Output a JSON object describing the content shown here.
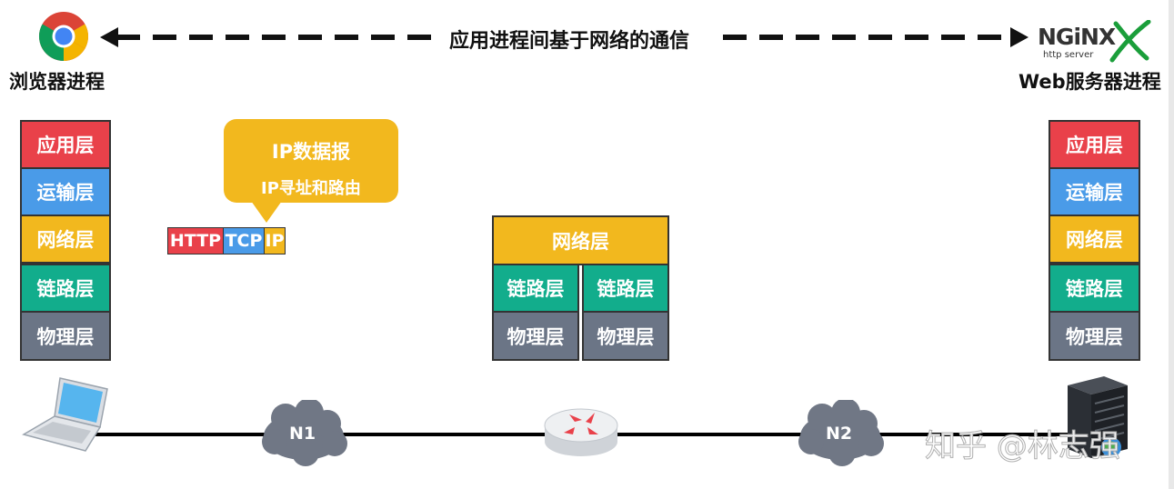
{
  "top_arrow_label": "应用进程间基于网络的通信",
  "browser_label": "浏览器进程",
  "server_label": "Web服务器进程",
  "nginx_logo": {
    "name": "NGiNX",
    "sub": "http server"
  },
  "left_stack": [
    "应用层",
    "运输层",
    "网络层",
    "链路层",
    "物理层"
  ],
  "right_stack": [
    "应用层",
    "运输层",
    "网络层",
    "链路层",
    "物理层"
  ],
  "router_stack": {
    "network": "网络层",
    "link_left": "链路层",
    "link_right": "链路层",
    "phys_left": "物理层",
    "phys_right": "物理层"
  },
  "callout": {
    "line1": "IP数据报",
    "line2": "IP寻址和路由"
  },
  "packet": [
    "HTTP",
    "TCP",
    "IP"
  ],
  "networks": [
    "N1",
    "N2"
  ],
  "watermark": "知乎 @林志强",
  "colors": {
    "application": "#e9414a",
    "transport": "#4a9be8",
    "network": "#f2b81e",
    "link": "#12ad8c",
    "physical": "#6b7586"
  }
}
